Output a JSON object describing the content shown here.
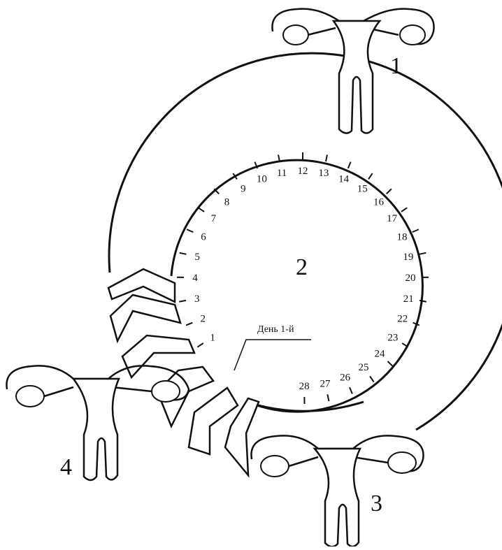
{
  "diagram": {
    "stage_labels": [
      "1",
      "2",
      "3",
      "4"
    ],
    "day_caption": "День 1-й",
    "cycle_days": [
      "1",
      "2",
      "3",
      "4",
      "5",
      "6",
      "7",
      "8",
      "9",
      "10",
      "11",
      "12",
      "13",
      "14",
      "15",
      "16",
      "17",
      "18",
      "19",
      "20",
      "21",
      "22",
      "23",
      "24",
      "25",
      "26",
      "27",
      "28"
    ],
    "stroke_color": "#111111"
  }
}
